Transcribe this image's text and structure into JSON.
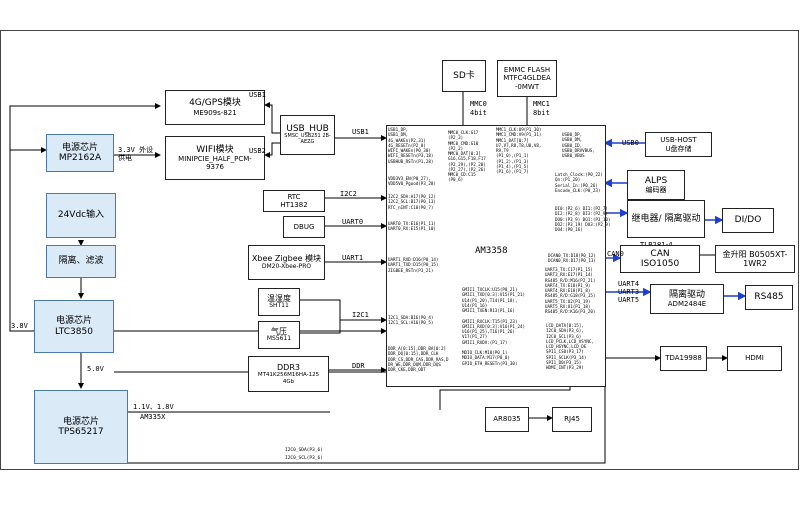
{
  "boxes": {
    "gps": {
      "title": "4G/GPS模块",
      "sub": "ME909s-821"
    },
    "wifi": {
      "title": "WIFI模块",
      "sub": "MINIPCIE_HALF_PCM-9376"
    },
    "usbhub": {
      "title": "USB_HUB",
      "sub": "SMSC_USB251 2B-AEZG"
    },
    "sd": {
      "title": "SD卡"
    },
    "emmc": {
      "title": "EMMC FLASH MTFC4GLDEA -0MWT"
    },
    "usbhost": {
      "title": "USB-HOST",
      "sub": "U盘存储"
    },
    "alps": {
      "title": "ALPS",
      "sub": "编码器"
    },
    "relay": {
      "title": "继电器/ 隔离驱动",
      "sub": "TLP281-4"
    },
    "dido": {
      "title": "DI/DO"
    },
    "can": {
      "title": "CAN ISO1050"
    },
    "jinsheng": {
      "title": "金升阳 B0505XT-1WR2"
    },
    "iso485": {
      "title": "隔离驱动",
      "sub": "ADM2484E"
    },
    "rs485": {
      "title": "RS485"
    },
    "tda": {
      "title": "TDA19988"
    },
    "hdmi": {
      "title": "HDMI"
    },
    "ar8035": {
      "title": "AR8035"
    },
    "rj45": {
      "title": "RJ45"
    },
    "mp2162": {
      "title": "电源芯片 MP2162A"
    },
    "v24": {
      "title": "24Vdc输入"
    },
    "filter": {
      "title": "隔离、滤波"
    },
    "ltc3850": {
      "title": "电源芯片 LTC3850"
    },
    "tps65217": {
      "title": "电源芯片 TPS65217"
    },
    "rtc": {
      "title": "RTC",
      "sub": "HT1382"
    },
    "dbug": {
      "title": "DBUG"
    },
    "zigbee": {
      "title": "Xbee Zigbee 模块",
      "sub": "DM20-Xbee-PRO"
    },
    "sht": {
      "title": "温湿度",
      "sub": "SHT11"
    },
    "qiya": {
      "title": "气压",
      "sub": "MS5611"
    },
    "ddr3": {
      "title": "DDR3",
      "sub": "MT41K256M16HA-125",
      "sub2": "4Gb"
    },
    "am3358": {
      "title": "AM3358"
    }
  },
  "labels": {
    "usb1_a": "USB1",
    "usb2": "USB2",
    "usb1_b": "USB1",
    "mmc0": "MMC0 4bit",
    "mmc1": "MMC1 8bit",
    "usb0": "USB0",
    "v33": "3.3V 外设供电",
    "i2c2": "I2C2",
    "uart0": "UART0",
    "uart1": "UART1",
    "i2c1": "I2C1",
    "ddr": "DDR",
    "can0": "CAN0",
    "uart4": "UART4",
    "uart3": "UART3",
    "uart5": "UART5",
    "v38": "3.8V",
    "v50": "5.0V",
    "v11": "1.1V、1.8V",
    "am335x": "AM335X",
    "i2c0_sda": "I2C0_SDA(P3_6)",
    "i2c0_scl": "I2C0_SCL(P3_6)"
  },
  "pins": {
    "usb_left": "USB1_DP,\nUSB1_DM,\n4G_WAKEn(P2,31)\n4G_RESETn(P2_0)\nWIFI_WAKEn(P0_30)\nWIFI_RESETn(P3,18)\nUSBHUB_RSTn(P1,28)",
    "mmc0": "MMC0_CLK:G17\n(P2_3)\nMMC0_CMD:G18\n(P2_2)\nMMC0_DAT[0:3]\nG16,G15,F18,F17\n(P2_29),(P2_28)\n(P2_27),(P2_26)\nMMC0_CD:C15\n(P0_6)",
    "mmc1": "MMC1_CLK:U9(P1_30)\nMMC1_CMD:V9(P1_31)\nMMC1_DAT[0:7]\nU7,V7,R8,T8,U8,V8,\nR9,T9\n(P1_0),(P1_1)\n(P1_2),(P1_3)\n(P1_4),(P1_5)\n(P1_6),(P1_7)",
    "usb0": "USB0_DP,\nUSB0_DM,\nUSB0_ID,\nUSB0_DRVVBUS,\nUSB0_VBUS",
    "alps": "Latch_Clock:(P0_22)\nQn:(P1_20)\nSerial_In:(P0_26)\nEncode_CLK:(P0_23)",
    "dio": "DI0:(P2_6) DI1:(P2_7)\nDI2:(P2_8) DI3:(P2_9)\nDO0:(P3_9) DO1:(P3_10)\nDO2:(P3_19) DO3:(P2_9)\nDO4:(P0_16)",
    "can": "DCAN0_TX:D18(P0_12)\nDCAN0_RX:D17(P0_13)",
    "uart": "UART3_TX:C17(P1_15)\nUART3_RX:E17(P1_14)\nRS485_R/D:M16(P2_21)\nUART4_TX:E18(P1_9)\nUART4_RX:E18(P1_8)\nRS485_R/D:G18(P3_15)\nUART5_TX:U2(P1_19)\nUART5_RX:U1(P1_18)\nRS485_R/D:K16(P3_20)",
    "lcd": "LCD_DATA[0:15],\nI2C0_SDA(P3_6),\nI2C0_SCL(P3_6)\nLCD_PCLK,LCD_VSYNC,\nLCD_HSYNC,LCD_DE\nSPI1_CS0(P3_17)\nSPI1_SCLK(P3_14)\nSPI1_D0(P3_15)\nHDMI_INT(P3_29)",
    "gmii": "GMII1_TXCLK:U15(P0_21)\nGMII1_TXD[0:3]:V15(P1_21)\nU14(P1_20),T14(P1_18),\nU14(P1_16)\nGMII1_TXEN:R13(P1_16)\n\nGMII1_RXCLK:T15(P1_23)\nGMII1_RXD[0:3]:V16(P1_24)\nU16(P1_25),T16(P1_26)\nV17(P1_27)\nGMII1_RXDV:(P1_17)\n\nMDIO_CLK:M18(P0_1)\nMDIO_DATA:M17(P0_0)\nGPIO_ETH_RESETn(P3_30)",
    "rtc": "I2C2_SDA:A17(P0_12)\nI2C2_SCL:B17(P0_13)\nRTC_nINT:C18(P0_7)",
    "vdd": "VDD3V3_EN(P0_27),\nVDD5V0_Pgood(P3_28)",
    "uart0": "UART0_TX:E16(P1_11)\nUART0_RX:E15(P1_10)",
    "uart1": "UART1_RXD:D16(P0_14)\nUART1_TXD:D15(P0_15)\nZIGBEE_RSTn(P3_21)",
    "i2c1": "I2C1_SDA:B16(P0_4)\nI2C1_SCL:A16(P0_5)",
    "ddr": "DDR_A[0:15],DDR_BA[0:2]\nDDR_DQ[0:15],DDR_CLK\nDDR_CS,DDR_CAS,DDR_RAS,D\nDR_WE,DDR_DQM,DDR_DQS\nDDR_CKE,DDR_ODT"
  }
}
